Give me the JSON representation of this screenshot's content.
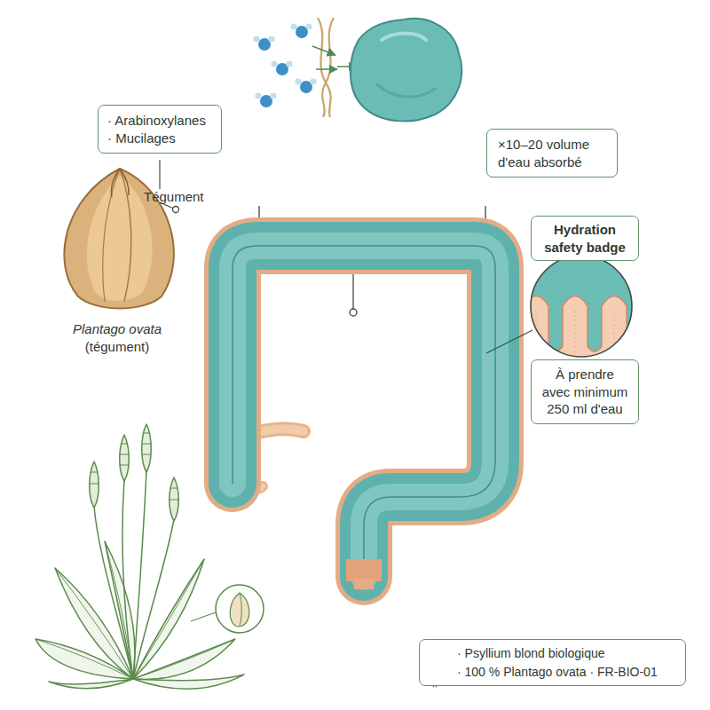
{
  "diagram": {
    "nodes": [
      {
        "text": [
          "· Arabinoxylanes",
          "· Mucilages"
        ]
      },
      {
        "text": [
          "×10–20 volume d'eau absorbé"
        ]
      },
      {
        "text": [
          "Hydration safety badge"
        ]
      },
      {
        "text": [
          "À prendre avec minimum 250 ml d'eau"
        ]
      },
      {
        "text": [
          "· Psyllium blond biologique",
          "· 100 % Plantago ovata · FR-BIO-01"
        ]
      }
    ],
    "labels": [
      "Tégument",
      "Plantago ovata",
      "(tégument)"
    ]
  }
}
